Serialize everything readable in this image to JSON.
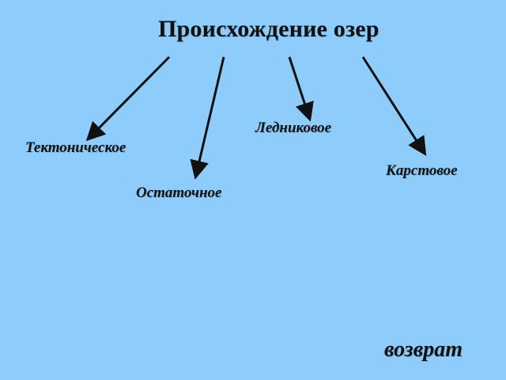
{
  "slide": {
    "title": "Происхождение озер",
    "background": "#8ecdfb",
    "nodes": [
      {
        "label": "Тектоническое"
      },
      {
        "label": "Остаточное"
      },
      {
        "label": "Ледниковое"
      },
      {
        "label": "Карстовое"
      }
    ],
    "back_link": "возврат"
  }
}
